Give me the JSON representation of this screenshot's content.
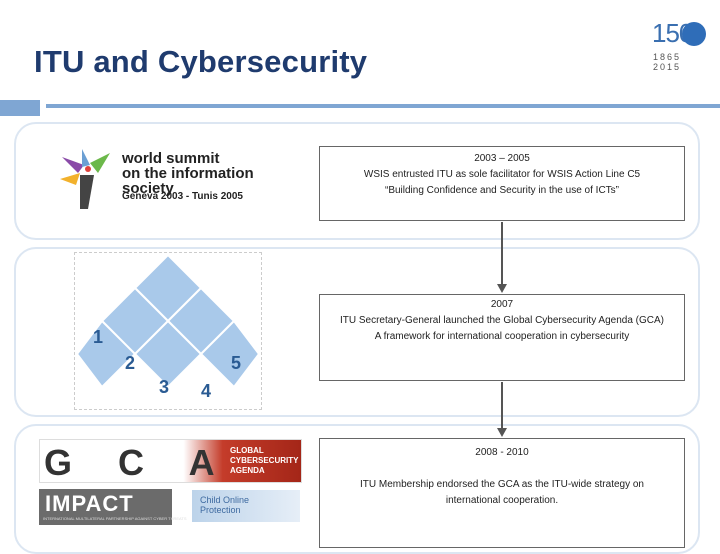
{
  "slide": {
    "title": "ITU and Cybersecurity",
    "logo": {
      "number": "150",
      "years": "1865 2015",
      "icon": "itu-globe-icon"
    },
    "colors": {
      "title": "#1f3b6e",
      "accent": "#7fa6d3",
      "gca_red": "#c43c2a"
    }
  },
  "rows": [
    {
      "image": {
        "name": "wsis-logo",
        "line1": "world summit",
        "line2": "on the information society",
        "line3": "Geneva 2003 - Tunis 2005"
      },
      "box": {
        "line1": "2003 – 2005",
        "line2": "WSIS entrusted ITU as sole facilitator for WSIS Action Line C5",
        "line3": "“Building Confidence and Security in the use of ICTs”"
      }
    },
    {
      "image": {
        "name": "gca-pillars-diagram",
        "numbers": [
          "1",
          "2",
          "3",
          "4",
          "5"
        ]
      },
      "box": {
        "line1": "2007",
        "line2": "ITU Secretary-General launched the Global Cybersecurity Agenda (GCA)",
        "line3": "A framework for international cooperation in cybersecurity"
      }
    },
    {
      "image": {
        "gca_letters": "G C A",
        "gca_text": [
          "GLOBAL",
          "CYBERSECURITY",
          "AGENDA"
        ],
        "impact": "IMPACT",
        "impact_sub": "INTERNATIONAL MULTILATERAL PARTNERSHIP AGAINST CYBER THREATS",
        "cop": [
          "Child Online",
          "Protection"
        ]
      },
      "box": {
        "line1": "2008 - 2010",
        "line2": "ITU Membership endorsed the GCA as the ITU-wide strategy on international cooperation."
      }
    }
  ]
}
